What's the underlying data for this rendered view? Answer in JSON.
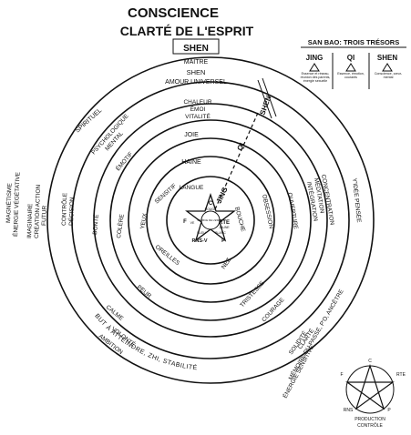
{
  "title": {
    "line1": "CONSCIENCE",
    "line2": "CLARTÉ DE L'ESPRIT",
    "boxed": "SHEN",
    "maitre": "MAÎTRE"
  },
  "san_bao": {
    "title": "SAN BAO: TROIS TRÉSORS",
    "items": [
      {
        "name": "JING",
        "desc": "Essence et réseau, réunion des parents, énergie sexuelle"
      },
      {
        "name": "QI",
        "desc": "Essence, émotion, courants"
      },
      {
        "name": "SHEN",
        "desc": "Conscience, cœur-mental"
      }
    ]
  },
  "rings": {
    "ring1": [
      "SHEN",
      "AMOUR UNIVERSEL"
    ],
    "ring2_top": [
      "CHALEUR",
      "ÉMOI",
      "VITALITÉ"
    ],
    "ring3_top": "JOIE",
    "ring4_top": "HAINE",
    "ring5_top": "LANGUE",
    "spirituel": "SPIRITUEL",
    "psychologique": [
      "PSYCHOLOGIQUE",
      "MENTAL"
    ],
    "emotif": "ÉMOTIF",
    "sensitif": "SENSITIF",
    "yeux": "YEUX",
    "colere": "COLÈRE",
    "bonte": "BONTÉ",
    "controle": [
      "CONTRÔLE",
      "DÉCISION"
    ],
    "imaginaire": [
      "IMAGINAIRE",
      "CRÉATION ACTION",
      "FUTUR"
    ],
    "magnetisme": [
      "MAGNÉTISME",
      "ÉNERGIE VÉGÉTATIVE"
    ],
    "bouche": "BOUCHE",
    "obsession": "OBSESSION",
    "ouverture": "OUVERTURE",
    "concentration": [
      "CONCENTRATION",
      "MÉDITATION",
      "INTÉGRATION"
    ],
    "idee": "Y'IDÉE PENSÉE",
    "oreilles": "OREILLES",
    "peur": "PEUR",
    "calme": "CALME",
    "ambition": [
      "AMBITION",
      "VOLONTÉ"
    ],
    "but": "BUT À ATTEINDRE, ZHI, STABILITÉ",
    "nez": "NEZ",
    "tristesse": "TRISTESSE",
    "courage": "COURAGE",
    "solidite": [
      "SOLIDITÉ",
      "CLARTÉ"
    ],
    "memoire": "MÉMOIRE DU PASSÉ, P'O, ANCÊTRE",
    "energie_sensitive": "ÉNERGIE SENSITIVE"
  },
  "axis": {
    "shen": "SHEN",
    "qi": "QI",
    "jing": "JING"
  },
  "center": {
    "labels": [
      "C",
      "ROUGE",
      "F",
      "VE",
      "RTE",
      "JAUNE",
      "BLEU",
      "BLANC",
      "RNS-V",
      "P"
    ],
    "core": "SOURCE DE L'ESPRIT"
  },
  "legend": {
    "labels": [
      "C",
      "F",
      "RTE",
      "RNS",
      "P"
    ],
    "caption": [
      "PRODUCTION",
      "CONTRÔLE"
    ]
  }
}
